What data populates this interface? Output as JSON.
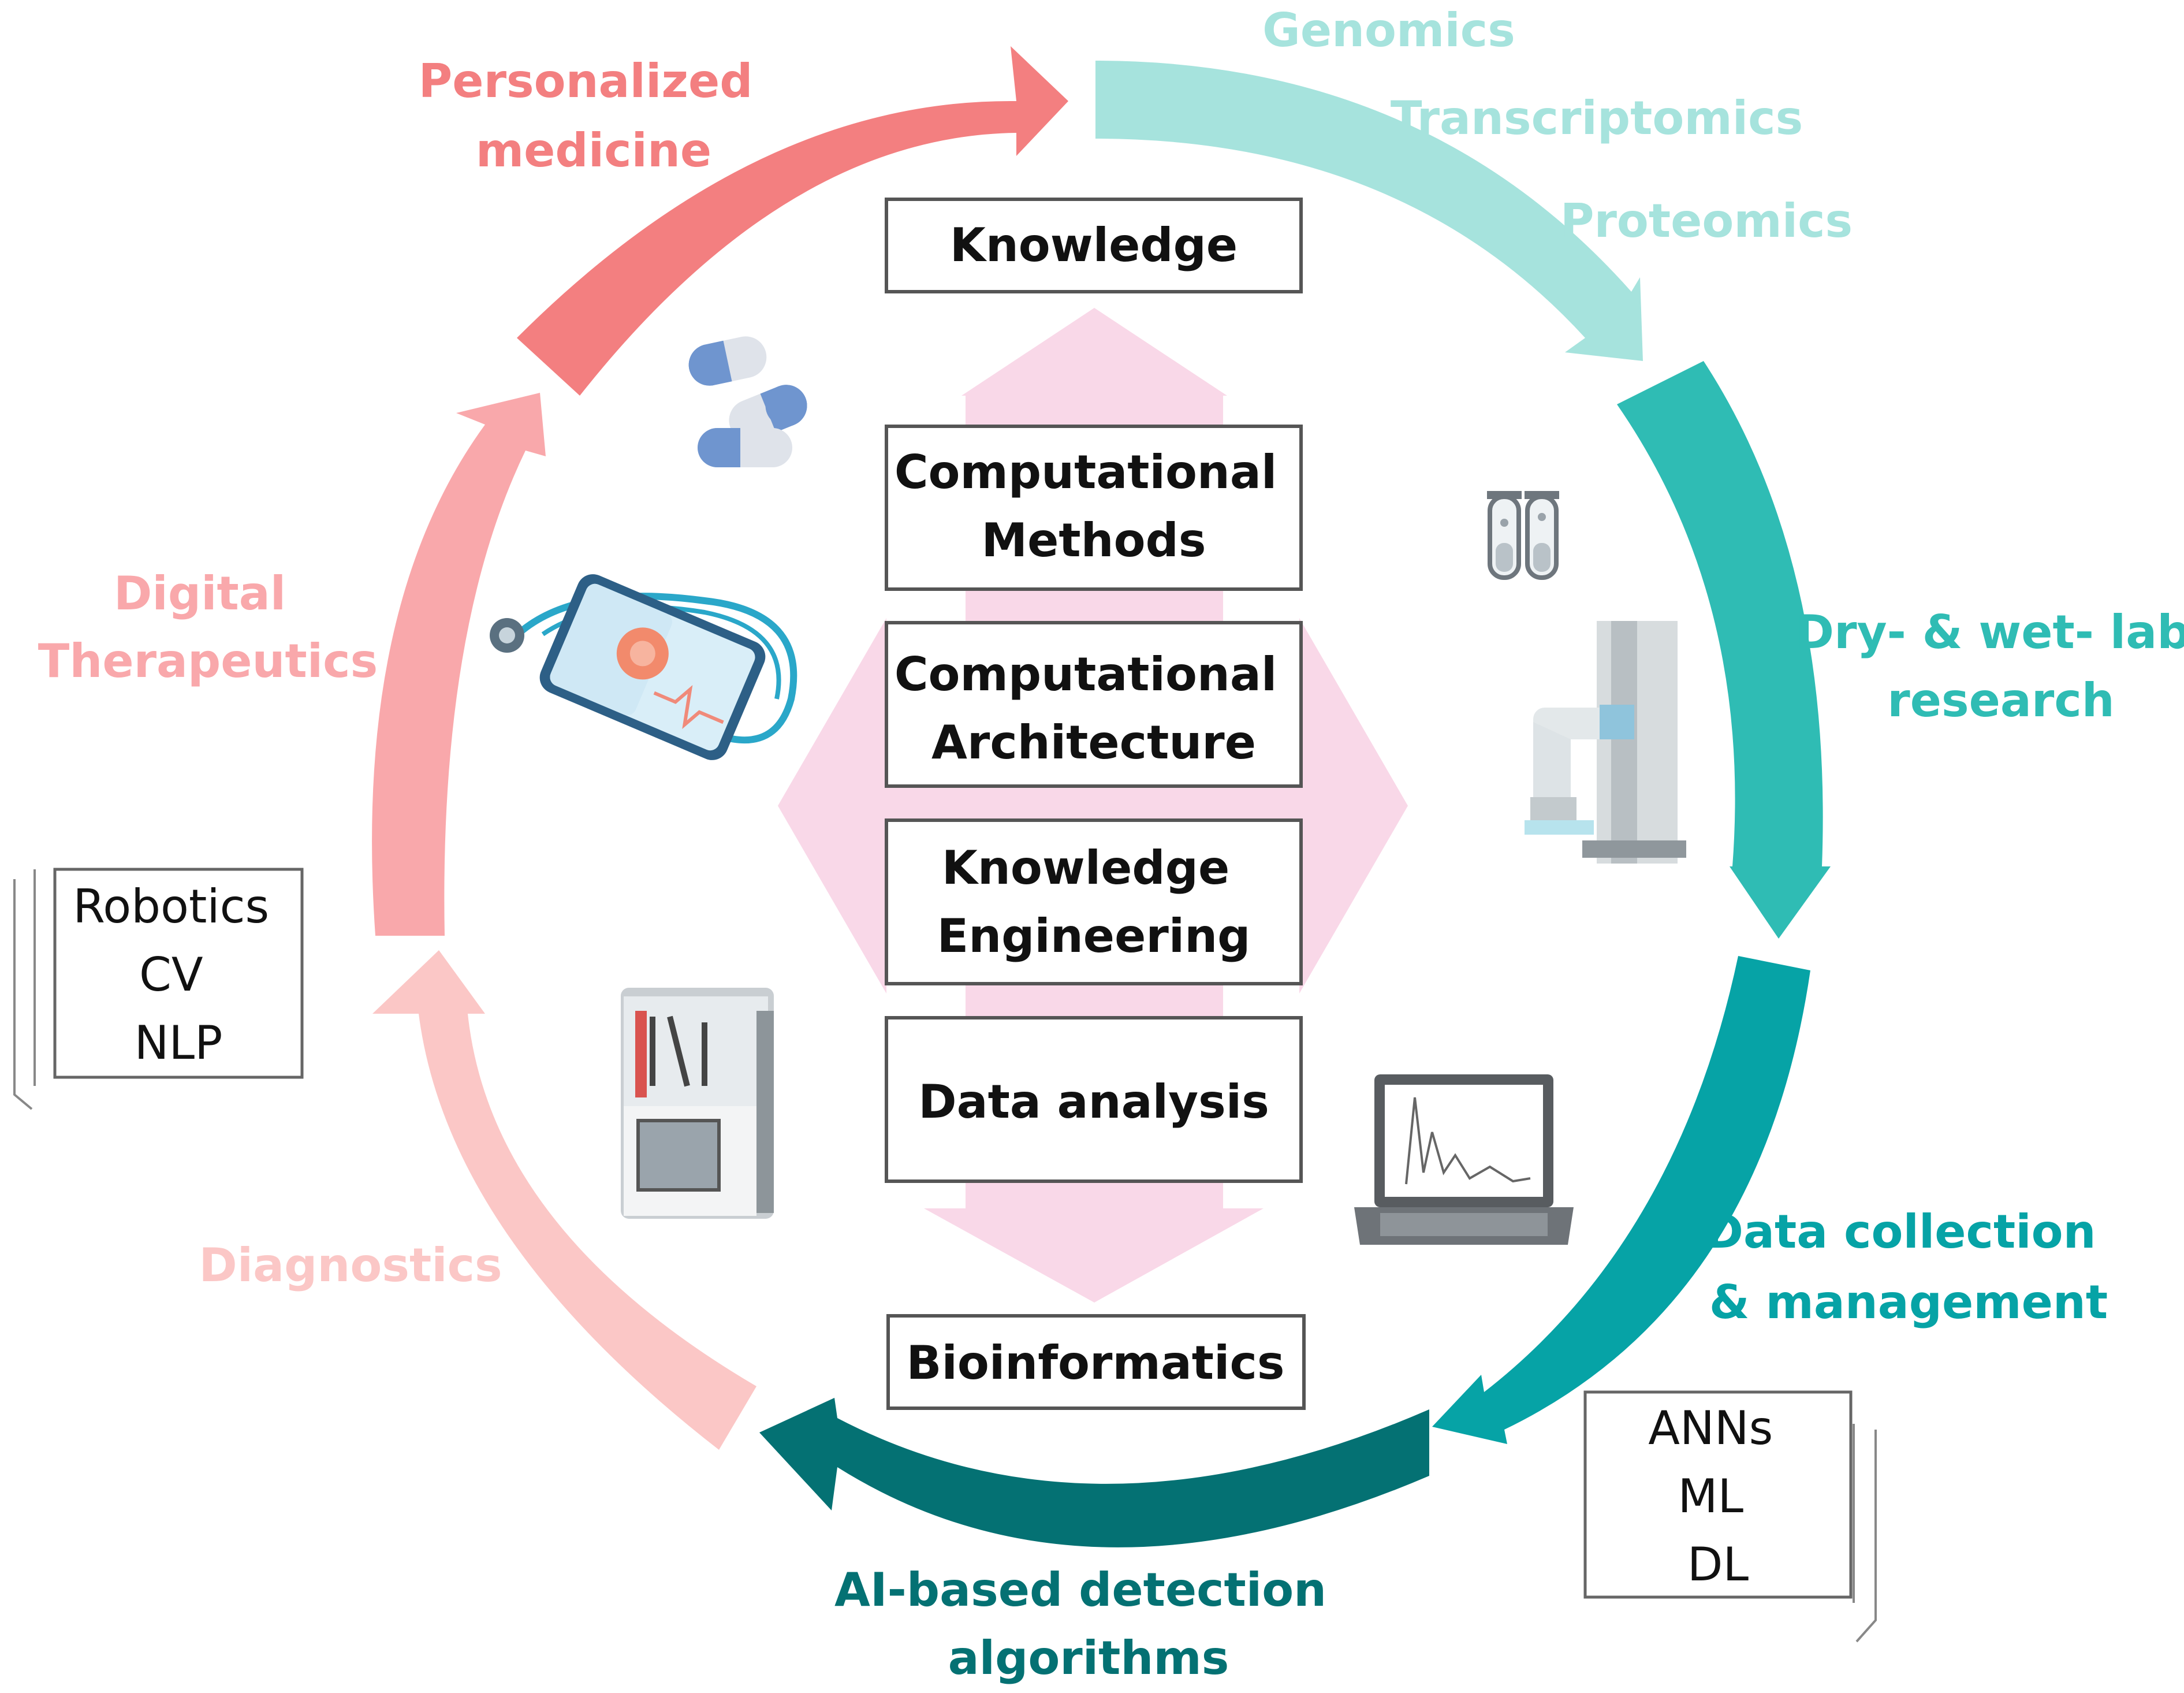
{
  "center_boxes": [
    {
      "lines": [
        "Knowledge"
      ]
    },
    {
      "lines": [
        "Computational",
        "Methods"
      ]
    },
    {
      "lines": [
        "Computational",
        "Architecture"
      ]
    },
    {
      "lines": [
        "Knowledge",
        "Engineering"
      ]
    },
    {
      "lines": [
        "Data analysis"
      ]
    },
    {
      "lines": [
        "Bioinformatics"
      ]
    }
  ],
  "cycle_labels": {
    "personalized_medicine": [
      "Personalized",
      "medicine"
    ],
    "genomics": [
      "Genomics"
    ],
    "transcriptomics": [
      "Transcriptomics"
    ],
    "proteomics": [
      "Proteomics"
    ],
    "dry_wet_lab": [
      "Dry- & wet- lab",
      "research"
    ],
    "data_collection": [
      "Data collection",
      "& management"
    ],
    "ai_detection": [
      "AI-based detection",
      "algorithms"
    ],
    "diagnostics": [
      "Diagnostics"
    ],
    "digital_therapeutics": [
      "Digital",
      "Therapeutics"
    ]
  },
  "side_lists": {
    "left": [
      "Robotics",
      "CV",
      "NLP"
    ],
    "right": [
      "ANNs",
      "ML",
      "DL"
    ]
  },
  "icons": [
    "capsules-icon",
    "smartphone-stethoscope-icon",
    "test-tubes-icon",
    "lab-robot-arm-icon",
    "diagnostic-analyzer-icon",
    "laptop-chart-icon"
  ],
  "colors": {
    "personalized": "#f37f80",
    "digital": "#f9a8ab",
    "diagnostics": "#fbc7c6",
    "genomics": "#a6e3dd",
    "drylab": "#2fbcb4",
    "datacollection": "#06a3a6",
    "ai": "#047173",
    "center_arrows": "#f9d8e8"
  }
}
